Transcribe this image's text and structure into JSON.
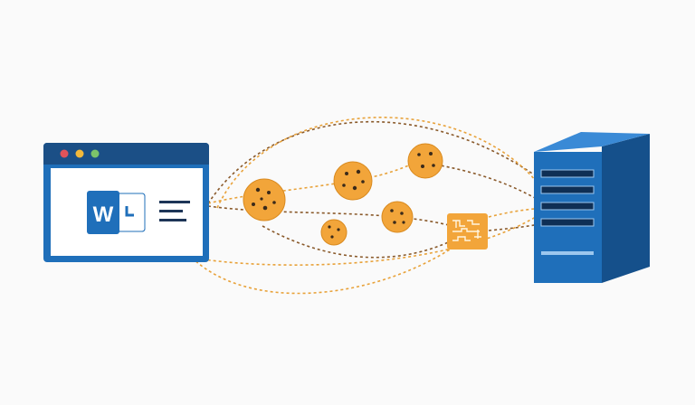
{
  "colors": {
    "background": "#fafafa",
    "window_frame": "#1f6fba",
    "window_dark": "#1b4f86",
    "window_body": "#ffffff",
    "dot_red": "#e0535a",
    "dot_yellow": "#f3b93b",
    "dot_green": "#7cc36a",
    "word_blue": "#1f6fba",
    "text_lines": "#1d3557",
    "cookie": "#f2a53a",
    "cookie_dark": "#d98a1f",
    "chip": "#3a2a1a",
    "path_dark": "#8a5a2b",
    "path_light": "#e8a23a",
    "server_front": "#1f6fba",
    "server_side": "#15508b",
    "server_top": "#3a8ad6"
  },
  "browser": {
    "app_icon": "word-document-icon",
    "app_letter": "W",
    "window_dots": [
      "close-dot",
      "minimize-dot",
      "maximize-dot"
    ]
  },
  "cookies": {
    "count": 5,
    "icon": "cookie-icon"
  },
  "token": {
    "icon": "encrypted-token-icon"
  },
  "server": {
    "icon": "server-tower-icon",
    "slots": 4
  }
}
